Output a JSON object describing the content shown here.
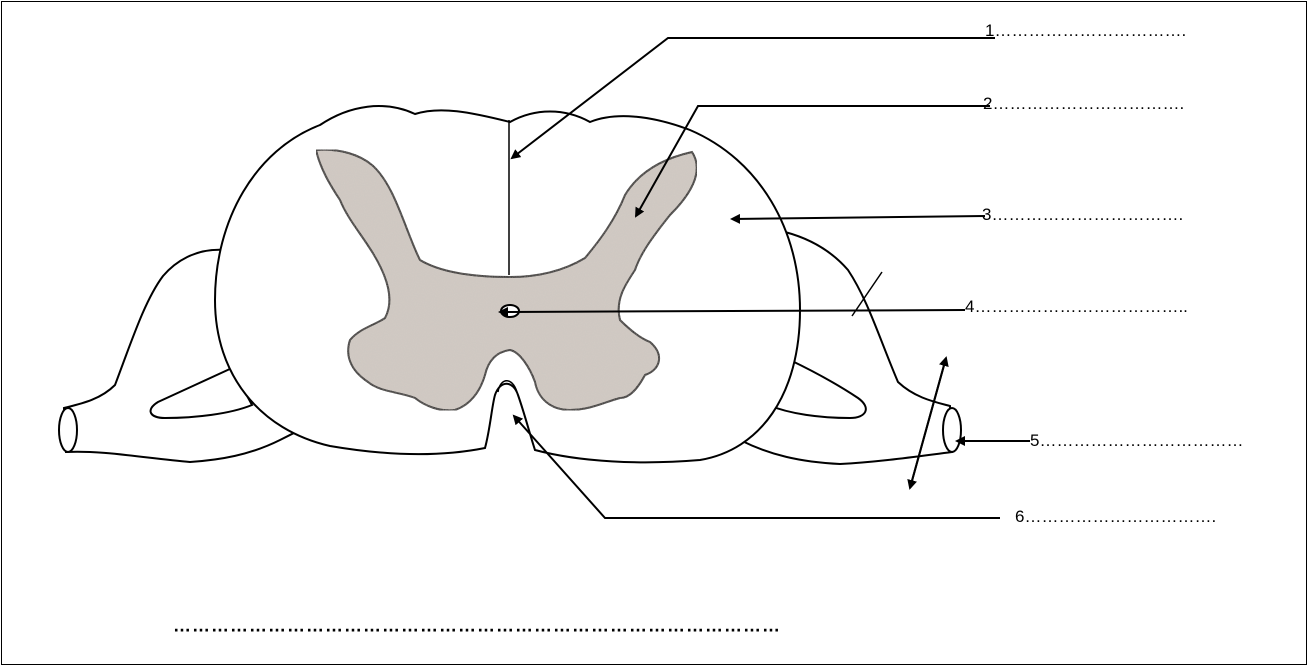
{
  "labels": [
    {
      "number": "1",
      "text": "1……………………………."
    },
    {
      "number": "2",
      "text": "2……………………………."
    },
    {
      "number": "3",
      "text": "3……………………………."
    },
    {
      "number": "4",
      "text": "4……………………………….."
    },
    {
      "number": "5",
      "text": "5………………………………"
    },
    {
      "number": "6",
      "text": "6……………………………."
    }
  ],
  "answer_line": "……………………………………………………………………………………",
  "colors": {
    "outline": "#000000",
    "grey_matter": "#d2cbc4",
    "background": "#ffffff"
  }
}
